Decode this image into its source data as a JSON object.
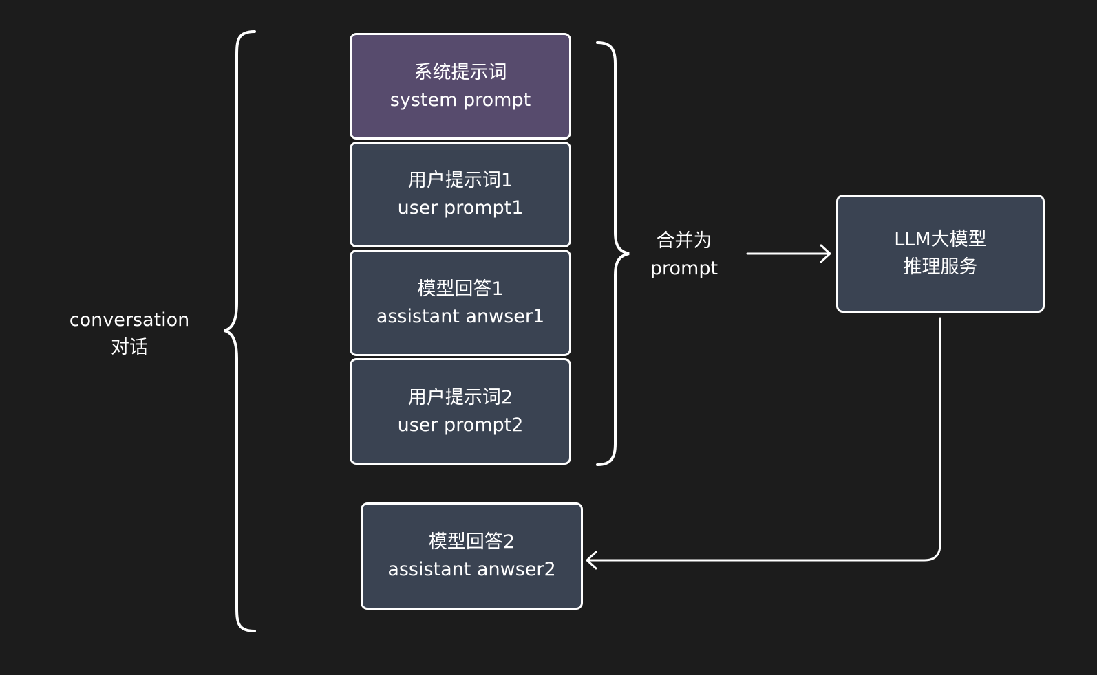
{
  "colors": {
    "background": "#1c1c1c",
    "line": "#ffffff",
    "system_box_fill": "#574b6d",
    "box_fill": "#3a4352"
  },
  "conversation": {
    "line1": "conversation",
    "line2": "对话"
  },
  "blocks": [
    {
      "line1": "系统提示词",
      "line2": "system prompt"
    },
    {
      "line1": "用户提示词1",
      "line2": "user prompt1"
    },
    {
      "line1": "模型回答1",
      "line2": "assistant anwser1"
    },
    {
      "line1": "用户提示词2",
      "line2": "user prompt2"
    }
  ],
  "merge_label": {
    "line1": "合并为",
    "line2": "prompt"
  },
  "llm": {
    "line1": "LLM大模型",
    "line2": "推理服务"
  },
  "answer2": {
    "line1": "模型回答2",
    "line2": "assistant anwser2"
  }
}
